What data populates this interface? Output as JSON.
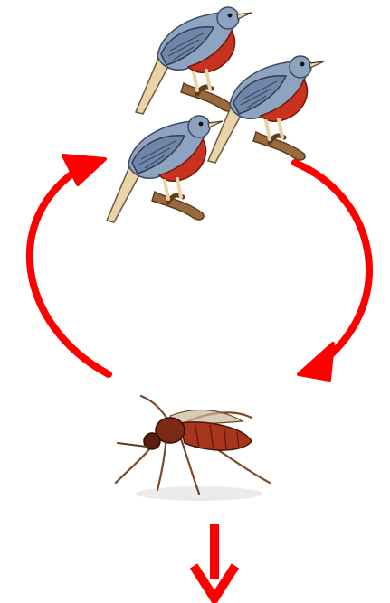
{
  "diagram": {
    "type": "transmission-cycle",
    "nodes": [
      {
        "id": "birds",
        "icon": "bird-flock-icon",
        "count": 3
      },
      {
        "id": "mosquito",
        "icon": "mosquito-icon",
        "count": 1
      }
    ],
    "edges": [
      {
        "from": "birds",
        "to": "mosquito",
        "style": "curved-arrow"
      },
      {
        "from": "mosquito",
        "to": "birds",
        "style": "curved-arrow"
      },
      {
        "from": "mosquito",
        "to": "",
        "style": "straight-arrow-down"
      }
    ],
    "colors": {
      "arrow": "#ff0000",
      "bird_back": "#8ea3bf",
      "bird_wing": "#6f86a8",
      "bird_breast": "#c8321f",
      "bird_legs": "#e9d3a8",
      "branch": "#9a6a3e",
      "mosquito_body": "#a8361c",
      "mosquito_legs": "#7a4a2a"
    }
  }
}
